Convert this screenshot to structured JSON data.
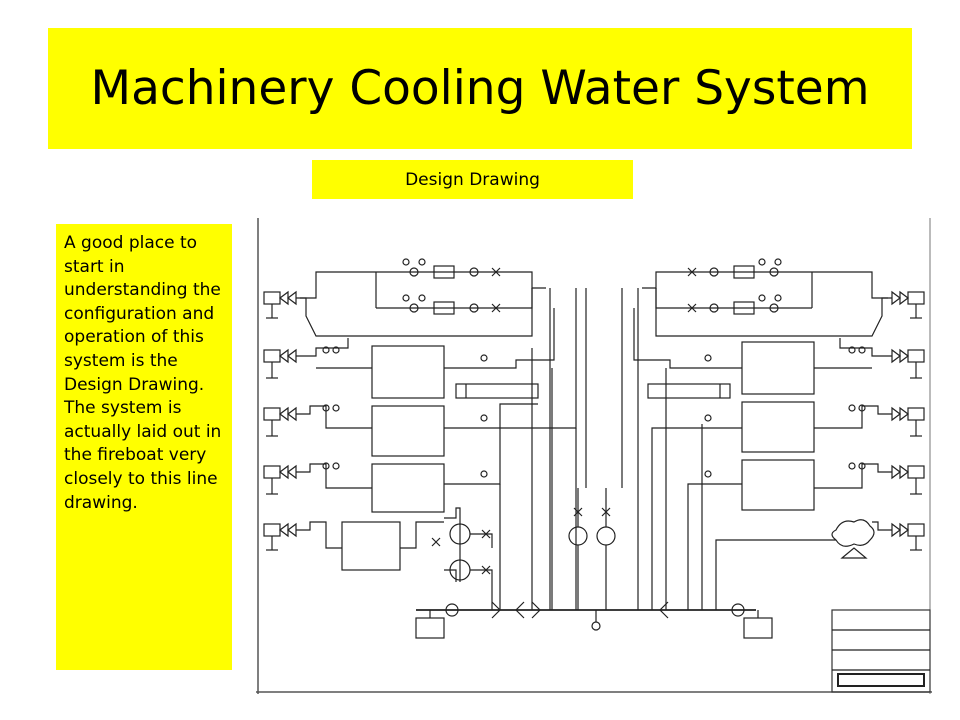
{
  "slide": {
    "title": "Machinery Cooling Water System",
    "subtitle": "Design Drawing",
    "paragraphs": [
      "A good place to start in understanding the configuration and operation of this system is the Design Drawing.",
      "The system is actually laid out in the fireboat very closely to this line drawing."
    ]
  },
  "colors": {
    "banner": "#ffff00",
    "text": "#000000",
    "line": "#222222"
  },
  "icons": {
    "valve": "bowtie-valve-icon",
    "gauge": "pressure-gauge-icon",
    "pump": "pump-icon",
    "strainer": "strainer-icon",
    "sea_chest": "sea-chest-icon"
  }
}
